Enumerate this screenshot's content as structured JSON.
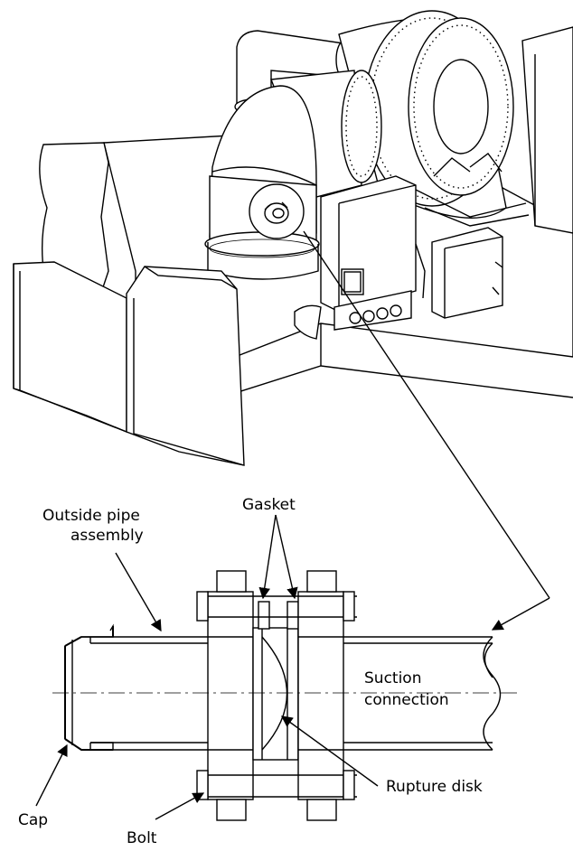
{
  "labels": {
    "outside_pipe_line1": "Outside pipe",
    "outside_pipe_line2": "assembly",
    "gasket": "Gasket",
    "suction_line1": "Suction",
    "suction_line2": "connection",
    "rupture_disk": "Rupture disk",
    "cap": "Cap",
    "bolt": "Bolt"
  }
}
